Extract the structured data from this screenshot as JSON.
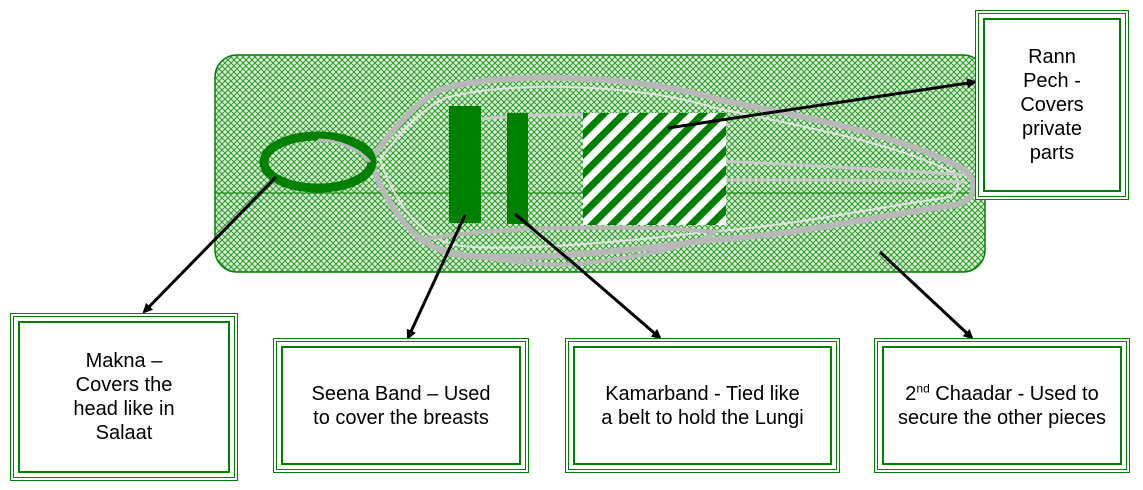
{
  "colors": {
    "accent": "#008000",
    "pattern_light": "#c8e6c0",
    "outline_gray": "#b0b0b0",
    "text": "#000000"
  },
  "labels": {
    "rann_pech": "Rann Pech - Covers private parts",
    "makna": "Makna – Covers the head like in Salaat",
    "seena_band": "Seena Band – Used to cover the breasts",
    "kamarband": "Kamarband - Tied like a belt to hold the Lungi",
    "chaadar_prefix": "2",
    "chaadar_sup": "nd",
    "chaadar_rest": " Chaadar - Used to secure the other pieces"
  }
}
